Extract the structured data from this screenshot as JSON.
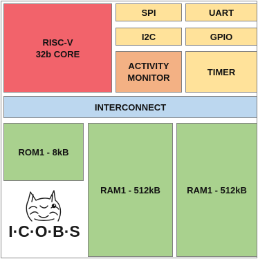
{
  "blocks": {
    "cpu_line1": "RISC-V",
    "cpu_line2": "32b CORE",
    "spi": "SPI",
    "uart": "UART",
    "i2c": "I2C",
    "gpio": "GPIO",
    "activity_line1": "ACTIVITY",
    "activity_line2": "MONITOR",
    "timer": "TIMER",
    "interconnect": "INTERCONNECT",
    "rom": "ROM1 - 8kB",
    "ram_a": "RAM1 - 512kB",
    "ram_b": "RAM1 - 512kB"
  },
  "logo": {
    "text": "I·C·O·B·S",
    "icon": "fox-head-logo"
  },
  "colors": {
    "cpu": "#f2636b",
    "peripheral": "#ffe29a",
    "activity_monitor": "#f3b184",
    "interconnect": "#bcd7ef",
    "memory": "#a9d18e"
  }
}
